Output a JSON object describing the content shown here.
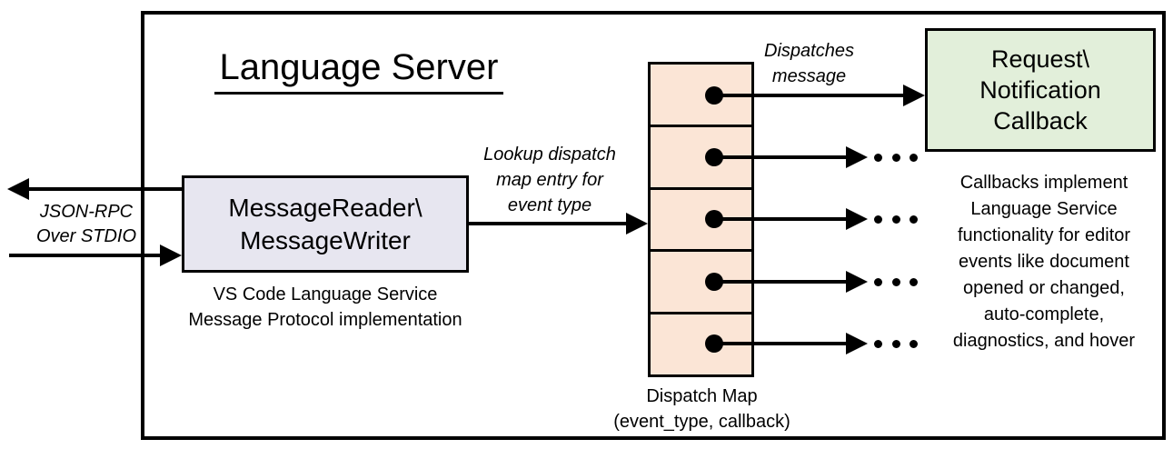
{
  "title": "Language Server",
  "colors": {
    "outline": "#000000",
    "message_box_fill": "#e7e6f0",
    "dispatch_cell_fill": "#fbe5d6",
    "callback_box_fill": "#e2efda",
    "background": "#ffffff"
  },
  "left_io": {
    "label_lines": [
      "JSON-RPC",
      "Over STDIO"
    ]
  },
  "message_box": {
    "lines": [
      "MessageReader\\",
      "MessageWriter"
    ],
    "caption_lines": [
      "VS Code Language Service",
      "Message Protocol implementation"
    ]
  },
  "lookup_arrow": {
    "label_lines": [
      "Lookup dispatch",
      "map entry for",
      "event type"
    ]
  },
  "dispatch_map": {
    "cell_count": 5,
    "label_lines": [
      "Dispatch Map",
      "(event_type, callback)"
    ]
  },
  "dispatch_arrow": {
    "label_lines": [
      "Dispatches",
      "message"
    ]
  },
  "callback_box": {
    "lines": [
      "Request\\",
      "Notification",
      "Callback"
    ]
  },
  "callbacks_note_lines": [
    "Callbacks implement",
    "Language Service",
    "functionality for editor",
    "events like document",
    "opened or changed,",
    "auto-complete,",
    "diagnostics, and hover"
  ]
}
